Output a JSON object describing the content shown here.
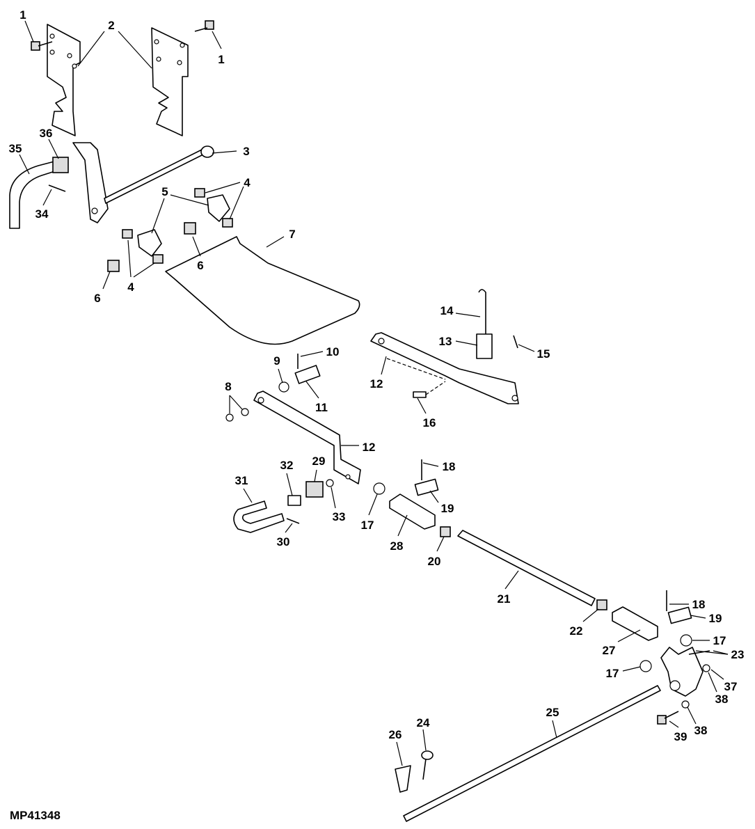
{
  "diagram": {
    "figure_code": "MP41348",
    "callouts": [
      "1",
      "2",
      "1",
      "3",
      "36",
      "35",
      "34",
      "4",
      "5",
      "7",
      "6",
      "6",
      "4",
      "14",
      "13",
      "15",
      "10",
      "9",
      "12",
      "8",
      "11",
      "16",
      "12",
      "31",
      "32",
      "29",
      "18",
      "19",
      "33",
      "17",
      "28",
      "30",
      "20",
      "21",
      "18",
      "19",
      "22",
      "27",
      "17",
      "23",
      "17",
      "37",
      "38",
      "25",
      "24",
      "26",
      "39",
      "38"
    ]
  }
}
